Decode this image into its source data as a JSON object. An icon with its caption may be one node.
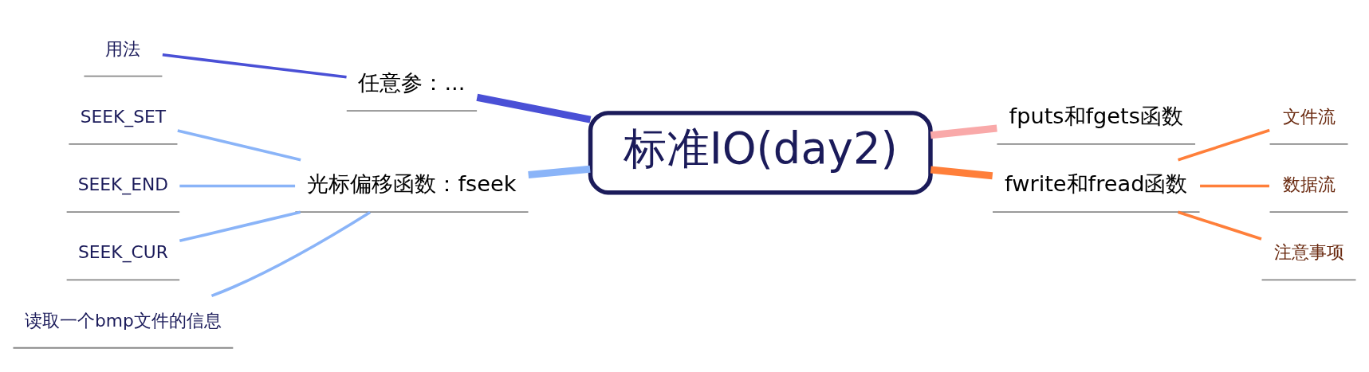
{
  "diagram": {
    "nodes": [
      {
        "text": [
          "标准IO(day2)"
        ]
      },
      {
        "text": [
          "任意参：..."
        ]
      },
      {
        "text": [
          "用法"
        ]
      },
      {
        "text": [
          "fputs和fgets函数"
        ]
      },
      {
        "text": [
          "光标偏移函数：fseek"
        ]
      },
      {
        "text": [
          "SEEK_SET"
        ]
      },
      {
        "text": [
          "SEEK_END"
        ]
      },
      {
        "text": [
          "SEEK_CUR"
        ]
      },
      {
        "text": [
          "读取一个bmp文件的信息"
        ]
      },
      {
        "text": [
          "fwrite和fread函数"
        ]
      },
      {
        "text": [
          "文件流"
        ]
      },
      {
        "text": [
          "数据流"
        ]
      },
      {
        "text": [
          "注意事项"
        ]
      }
    ],
    "edges": [
      {
        "from": 0,
        "to": 1,
        "arrow": "none",
        "style": "thick",
        "color": "#4a50d6"
      },
      {
        "from": 1,
        "to": 2,
        "arrow": "none",
        "color": "#4a50d6"
      },
      {
        "from": 0,
        "to": 3,
        "arrow": "none",
        "style": "thick",
        "color": "#f9a9a9"
      },
      {
        "from": 0,
        "to": 4,
        "arrow": "none",
        "style": "thick",
        "color": "#8ab4f8"
      },
      {
        "from": 4,
        "to": 5,
        "arrow": "none",
        "color": "#8ab4f8"
      },
      {
        "from": 4,
        "to": 6,
        "arrow": "none",
        "color": "#8ab4f8"
      },
      {
        "from": 4,
        "to": 7,
        "arrow": "none",
        "color": "#8ab4f8"
      },
      {
        "from": 4,
        "to": 8,
        "arrow": "none",
        "color": "#8ab4f8"
      },
      {
        "from": 0,
        "to": 9,
        "arrow": "none",
        "style": "thick",
        "color": "#ff7f3a"
      },
      {
        "from": 9,
        "to": 10,
        "arrow": "none",
        "color": "#ff7f3a"
      },
      {
        "from": 9,
        "to": 11,
        "arrow": "none",
        "color": "#ff7f3a"
      },
      {
        "from": 9,
        "to": 12,
        "arrow": "none",
        "color": "#ff7f3a"
      }
    ]
  }
}
